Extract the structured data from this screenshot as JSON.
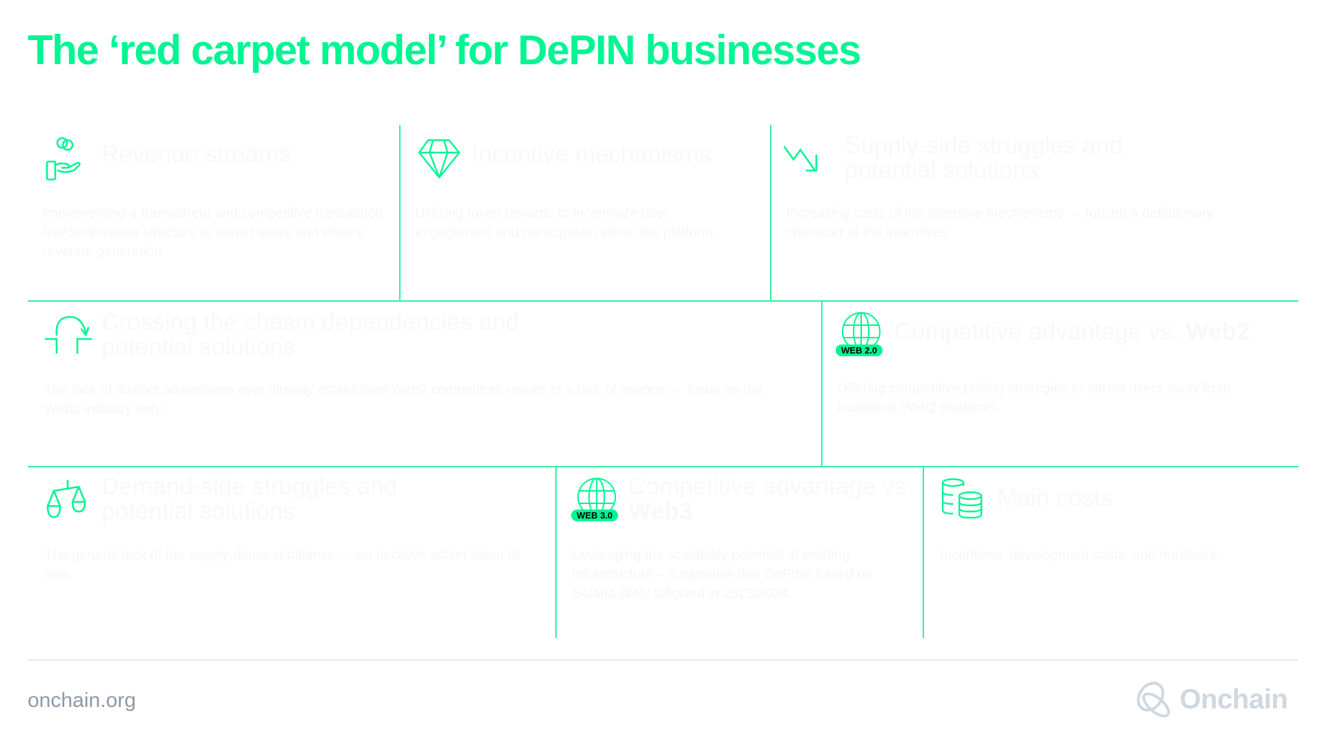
{
  "title": "The ‘red carpet model’ for DePIN businesses",
  "colors": {
    "accent": "#00F593",
    "divider": "#2EF0A0",
    "footer_text": "#8e99a6",
    "logo": "#cfd7e0"
  },
  "cells": [
    {
      "icon": "hand-coins-icon",
      "heading": "Revenue streams",
      "body": "Implementing a transparent and competitive transaction fee/commission structure to attract users and ensure revenue generation."
    },
    {
      "icon": "diamond-icon",
      "heading": "Incentive mechanisms",
      "body": "Utilizing token rewards to incentivize user engagement and participation within the platform."
    },
    {
      "icon": "trend-down-icon",
      "heading": "Supply-side struggles and potential solutions",
      "body": "Increasing costs of the incentive mechanisms → forcing a deflationary character of the incentives."
    },
    {
      "icon": "chasm-jump-icon",
      "heading": "Crossing the chasm dependencies and potential solutions",
      "body": "The lack of distinct advantages over already established Web2 competitors results in a lack of interest → focus on the Web3 industry only."
    },
    {
      "icon": "globe-web2-icon",
      "badge": "WEB 2.0",
      "heading_pre": "Competitive advantage vs. ",
      "heading_bold": "Web2",
      "body": "Offering competitive pricing strategies to attract users away from traditional Web2 platforms."
    },
    {
      "icon": "scales-icon",
      "heading": "Demand-side struggles and potential solutions",
      "body": "The general lack of the supply-demand balance → no decisive action taken till now."
    },
    {
      "icon": "globe-web3-icon",
      "badge": "WEB 3.0",
      "heading_pre": "Competitive advantage vs. ",
      "heading_bold": "Web3",
      "body": "Leveraging the scalability potential of existing infrastructure – a narrative that DePINs based on Solana likely followed in 2023/2024."
    },
    {
      "icon": "coin-stacks-icon",
      "heading": "Main costs",
      "body": "Incentives, development costs, and hardware."
    }
  ],
  "footer": {
    "site": "onchain.org",
    "logo_text": "Onchain"
  }
}
